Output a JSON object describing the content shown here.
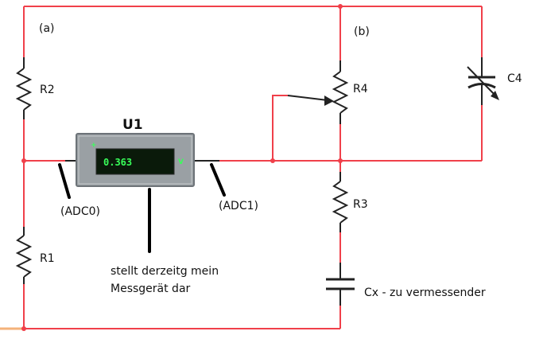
{
  "labels": {
    "section_a": "(a)",
    "section_b": "(b)",
    "r2": "R2",
    "r1": "R1",
    "r4": "R4",
    "r3": "R3",
    "c4": "C4",
    "u1": "U1",
    "adc0": "(ADC0)",
    "adc1": "(ADC1)",
    "note_line1": "stellt derzeitg mein",
    "note_line2": "Messgerät dar",
    "cx": "Cx - zu vermessender"
  },
  "meter": {
    "reading": "0.363",
    "pin_plus": "+",
    "pin_v": "V"
  },
  "colors": {
    "wire": "#f0404a",
    "meter_body": "#9aa0a4",
    "lcd_bg": "#0a1a0a",
    "lcd_text": "#39ff5a"
  }
}
